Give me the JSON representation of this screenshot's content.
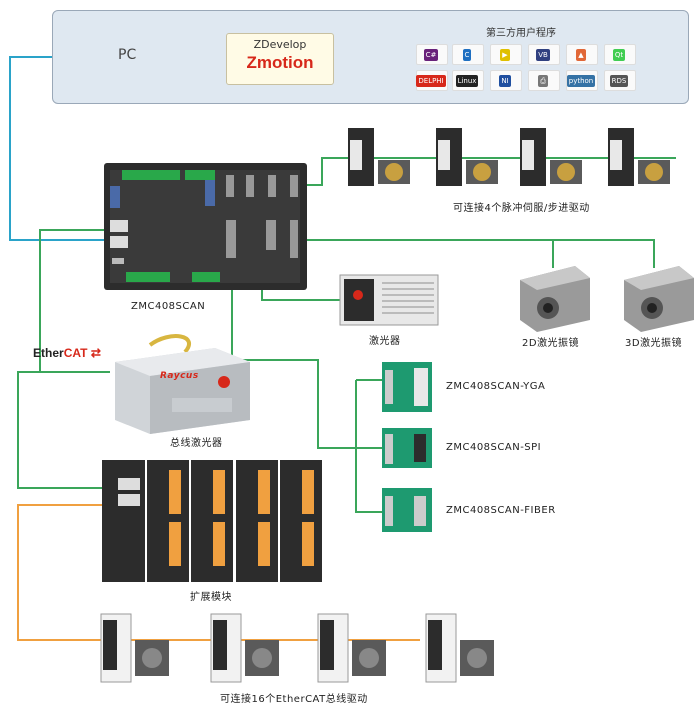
{
  "pc": {
    "label": "PC",
    "zdevelop": {
      "line1": "ZDevelop",
      "line2": "Zmotion"
    },
    "software_title": "第三方用户程序",
    "software": [
      {
        "icon": "csharp-icon",
        "text": "C#",
        "color": "#68217a"
      },
      {
        "icon": "cplusplus-icon",
        "text": "C",
        "color": "#1e6fc1"
      },
      {
        "icon": "labview-icon",
        "text": "▶",
        "color": "#e0c000"
      },
      {
        "icon": "vb-icon",
        "text": "VB",
        "color": "#304080"
      },
      {
        "icon": "matlab-icon",
        "text": "▲",
        "color": "#e16737"
      },
      {
        "icon": "qt-icon",
        "text": "Qt",
        "color": "#41cd52"
      },
      {
        "icon": "delphi-icon",
        "text": "DELPHI",
        "color": "#d7281a"
      },
      {
        "icon": "linux-icon",
        "text": "Linux",
        "color": "#222222"
      },
      {
        "icon": "ni-icon",
        "text": "NI",
        "color": "#1f4fa0"
      },
      {
        "icon": "printer-icon",
        "text": "⎙",
        "color": "#777777"
      },
      {
        "icon": "python-icon",
        "text": "python",
        "color": "#3572a5"
      },
      {
        "icon": "rds-icon",
        "text": "RDS",
        "color": "#555555"
      }
    ]
  },
  "labels": {
    "servo": "可连接4个脉冲伺服/步进驱动",
    "controller": "ZMC408SCAN",
    "laser": "激光器",
    "galvo2d": "2D激光振镜",
    "galvo3d": "3D激光振镜",
    "ethercat_prefix": "Ether",
    "ethercat_suffix": "CAT",
    "bus_laser": "总线激光器",
    "bus_laser_brand": "Raycus",
    "yga": "ZMC408SCAN-YGA",
    "spi": "ZMC408SCAN-SPI",
    "fiber": "ZMC408SCAN-FIBER",
    "expansion": "扩展模块",
    "ethercat_drives": "可连接16个EtherCAT总线驱动"
  },
  "colors": {
    "cyan_line": "#2aa3c9",
    "green_line": "#3aa65a",
    "orange_line": "#f0a040",
    "device_dark": "#2c2c2c",
    "terminal_green": "#29a84a",
    "pcb_green": "#1e9a70"
  }
}
